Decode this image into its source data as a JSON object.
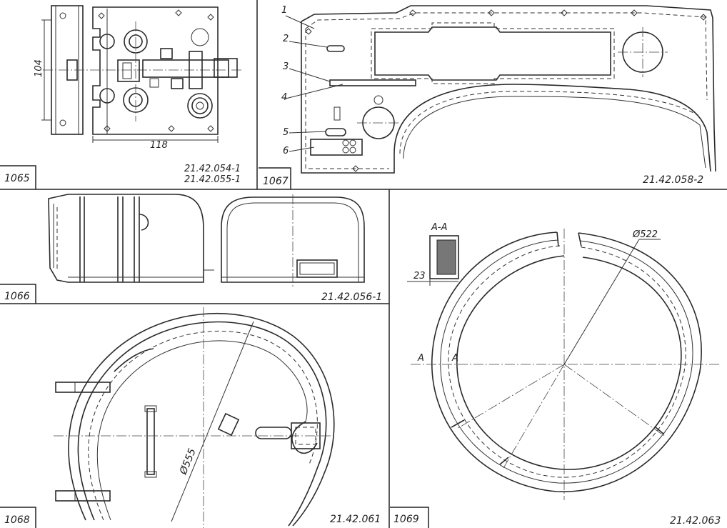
{
  "panels": [
    {
      "fig": "1065",
      "codes": [
        "21.42.054-1",
        "21.42.055-1"
      ],
      "dims": {
        "height": "104",
        "width": "118"
      }
    },
    {
      "fig": "1066",
      "codes": [
        "21.42.056-1"
      ]
    },
    {
      "fig": "1067",
      "codes": [
        "21.42.058-2"
      ],
      "callouts": [
        "1",
        "2",
        "3",
        "4",
        "5",
        "6"
      ]
    },
    {
      "fig": "1068",
      "codes": [
        "21.42.061"
      ],
      "dims": {
        "diameter": "Ø555"
      }
    },
    {
      "fig": "1069",
      "codes": [
        "21.42.063"
      ],
      "dims": {
        "diameter": "Ø522",
        "section": "А-А",
        "section_width": "23",
        "section_mark_left": "А",
        "section_mark_right": "А"
      }
    }
  ]
}
